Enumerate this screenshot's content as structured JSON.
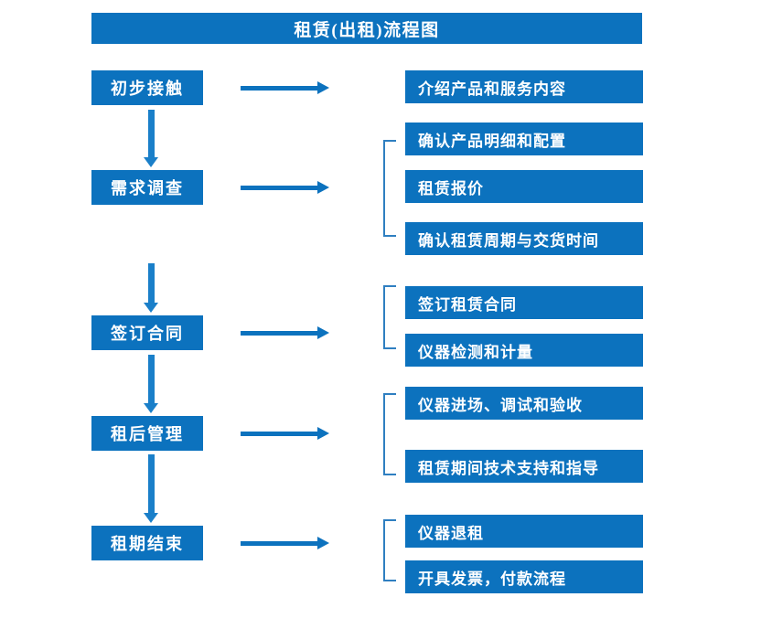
{
  "title": {
    "text": "租赁(出租)流程图"
  },
  "colors": {
    "box_blue": "#0c72be",
    "arrow_blue": "#0c72be",
    "vertical_arrow_blue": "#1a7fc9",
    "bracket_blue": "#2f7fc1",
    "text_white": "#ffffff",
    "background": "#ffffff"
  },
  "stages": [
    {
      "label": "初步接触"
    },
    {
      "label": "需求调查"
    },
    {
      "label": "签订合同"
    },
    {
      "label": "租后管理"
    },
    {
      "label": "租期结束"
    }
  ],
  "details": [
    {
      "label": "介绍产品和服务内容"
    },
    {
      "label": "确认产品明细和配置"
    },
    {
      "label": "租赁报价"
    },
    {
      "label": "确认租赁周期与交货时间"
    },
    {
      "label": "签订租赁合同"
    },
    {
      "label": "仪器检测和计量"
    },
    {
      "label": "仪器进场、调试和验收"
    },
    {
      "label": "租赁期间技术支持和指导"
    },
    {
      "label": "仪器退租"
    },
    {
      "label": "开具发票，付款流程"
    }
  ],
  "connectors": {
    "horizontal_arrow_icon": "arrow-right-icon",
    "vertical_arrow_icon": "arrow-down-icon",
    "bracket_icon": "group-bracket-icon"
  }
}
